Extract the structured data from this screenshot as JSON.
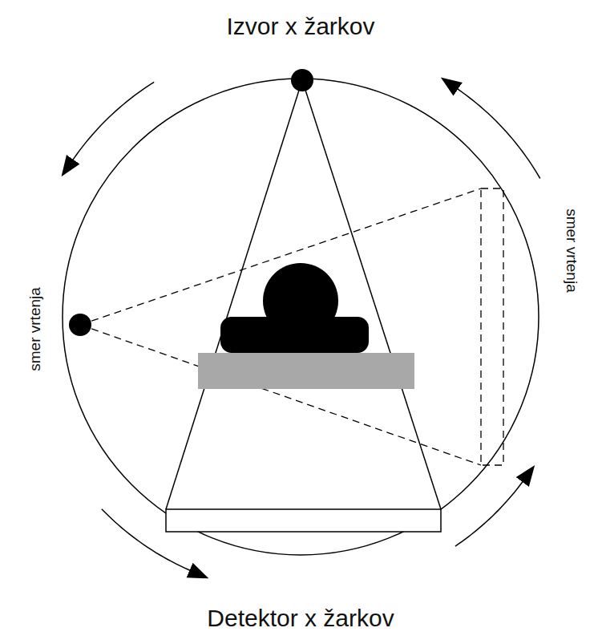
{
  "diagram": {
    "labels": [
      "Izvor x žarkov",
      "smer vrtenja",
      "smer vrtenja",
      "Detektor x žarkov"
    ]
  }
}
